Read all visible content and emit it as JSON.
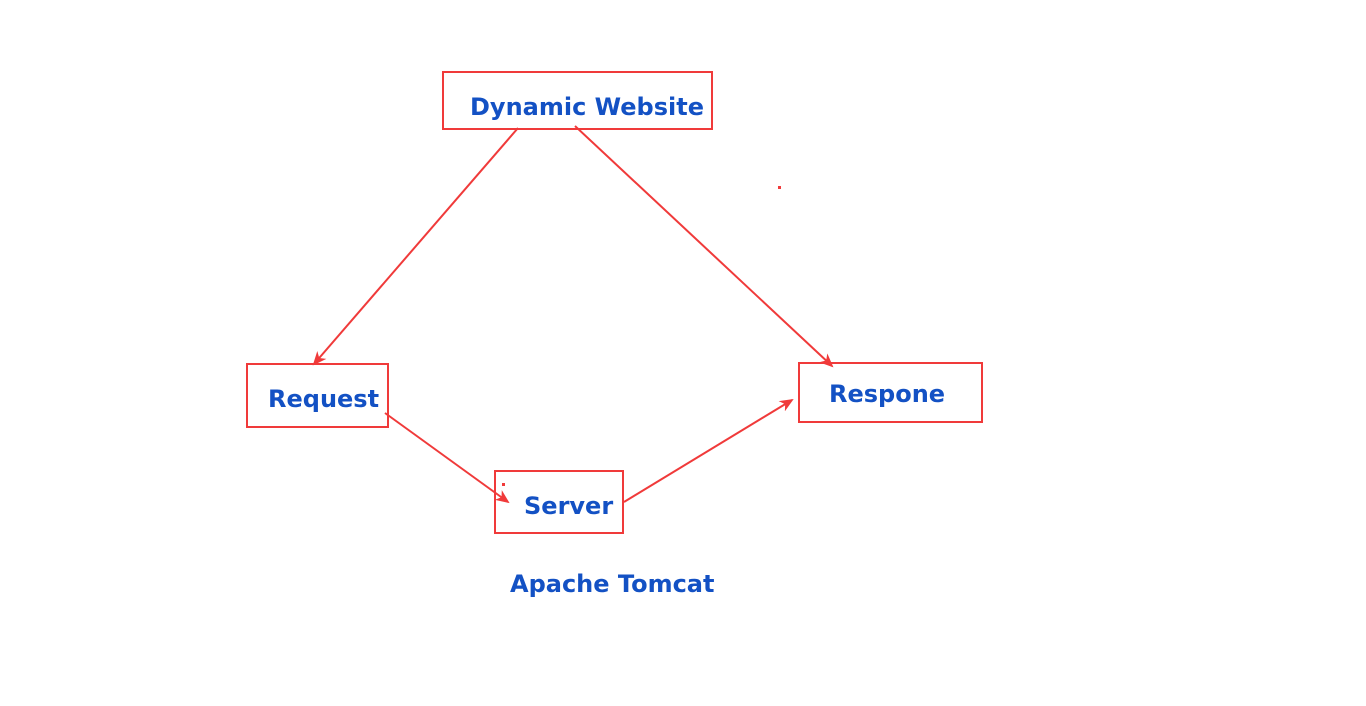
{
  "diagram": {
    "nodes": {
      "website": "Dynamic Website",
      "request": "Request",
      "server": "Server",
      "respone": "Respone"
    },
    "caption": "Apache Tomcat",
    "edges": [
      {
        "from": "Dynamic Website",
        "to": "Request"
      },
      {
        "from": "Dynamic Website",
        "to": "Respone"
      },
      {
        "from": "Request",
        "to": "Server"
      },
      {
        "from": "Server",
        "to": "Respone"
      }
    ],
    "colors": {
      "box_border": "#f03a3a",
      "arrow": "#f03a3a",
      "label_text": "#1351c4"
    }
  }
}
